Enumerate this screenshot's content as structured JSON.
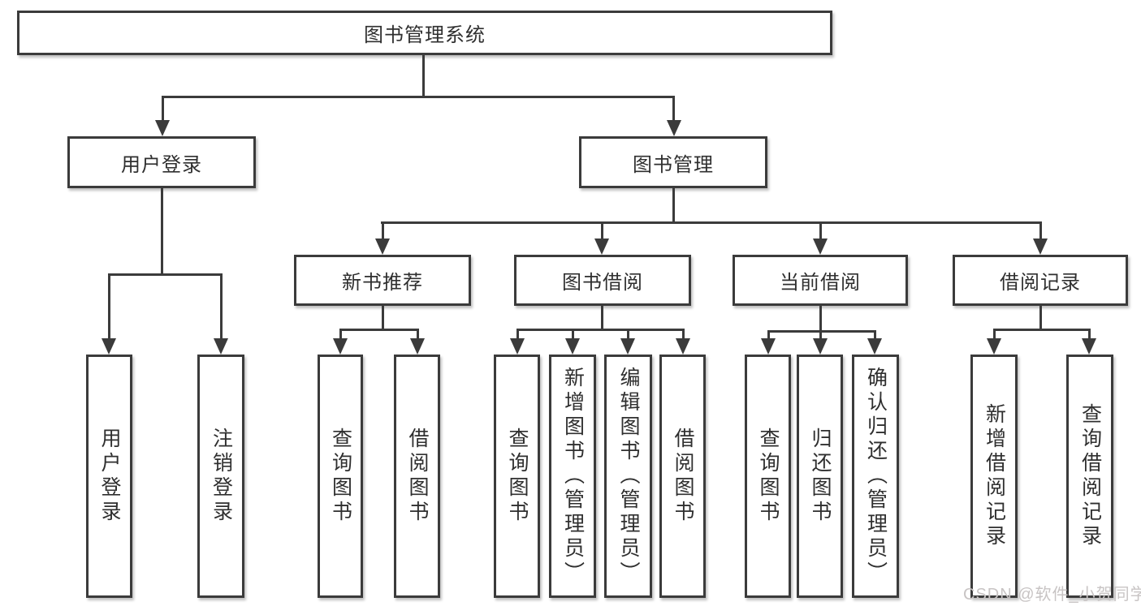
{
  "colors": {
    "line": "#3b3b3b",
    "box_border": "#3b3b3b",
    "text": "#2f2f2f",
    "background": "#ffffff",
    "watermark": "#c8c4c4"
  },
  "nodes": {
    "root": "图书管理系统",
    "user_login": "用户登录",
    "book_management": "图书管理",
    "new_book_recommend": "新书推荐",
    "book_borrowing": "图书借阅",
    "current_borrowing": "当前借阅",
    "borrowing_records": "借阅记录",
    "leaf_user_login": "用户登录",
    "leaf_logout": "注销登录",
    "leaf_nbr_query_books": "查询图书",
    "leaf_nbr_borrow_books": "借阅图书",
    "leaf_bb_query_books": "查询图书",
    "leaf_bb_add_books_admin": "新增图书（管理员）",
    "leaf_bb_edit_books_admin": "编辑图书（管理员）",
    "leaf_bb_borrow_books": "借阅图书",
    "leaf_cb_query_books": "查询图书",
    "leaf_cb_return_books": "归还图书",
    "leaf_cb_confirm_return_admin": "确认归还（管理员）",
    "leaf_br_add_record": "新增借阅记录",
    "leaf_br_query_record": "查询借阅记录"
  },
  "watermark": "CSDN @软件_小贺同学"
}
